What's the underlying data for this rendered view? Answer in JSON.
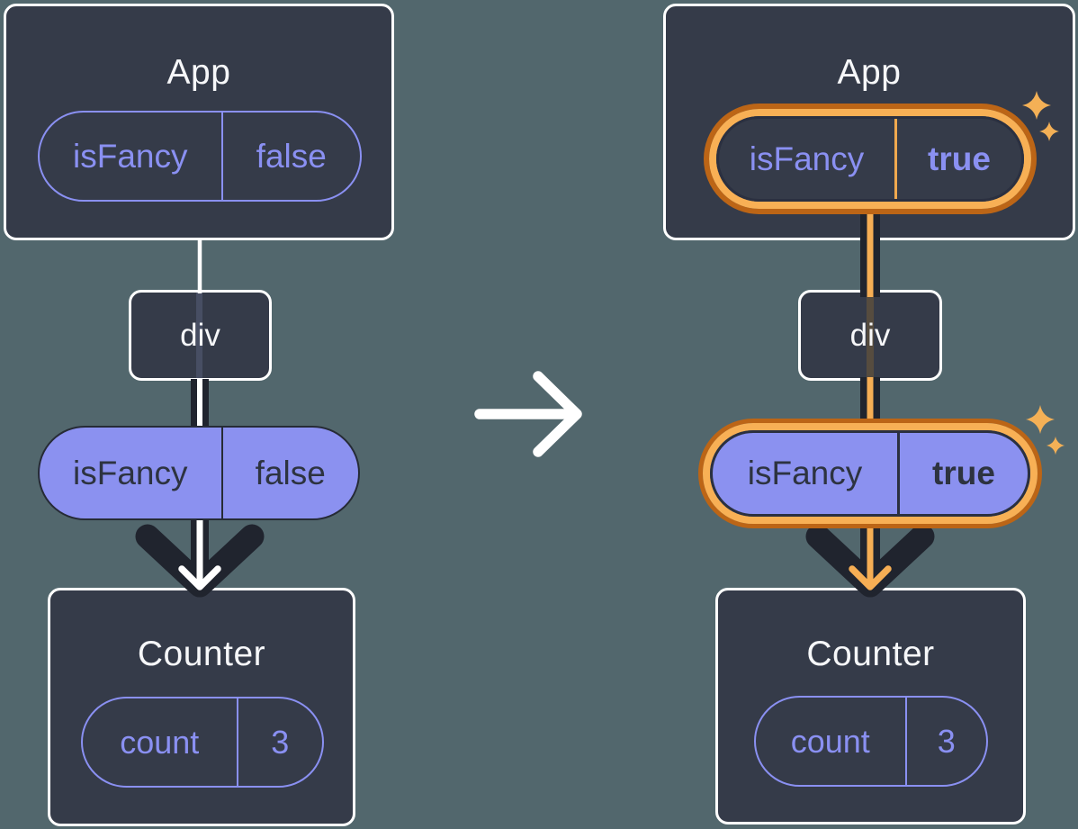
{
  "diagram": {
    "before": {
      "app": {
        "title": "App",
        "prop_name": "isFancy",
        "prop_value": "false"
      },
      "div_label": "div",
      "passed_prop_name": "isFancy",
      "passed_prop_value": "false",
      "counter": {
        "title": "Counter",
        "state_name": "count",
        "state_value": "3"
      }
    },
    "after": {
      "app": {
        "title": "App",
        "prop_name": "isFancy",
        "prop_value": "true"
      },
      "div_label": "div",
      "passed_prop_name": "isFancy",
      "passed_prop_value": "true",
      "counter": {
        "title": "Counter",
        "state_name": "count",
        "state_value": "3"
      }
    }
  },
  "colors": {
    "background": "#52676d",
    "card_fill": "#353b49",
    "card_border": "#ffffff",
    "purple_accent": "#8a90f2",
    "purple_fill": "#8b91f0",
    "dark_text": "#2d3340",
    "dark_line": "#20242e",
    "orange_ring_outer": "#bc6516",
    "orange_ring_inner": "#f8b055",
    "orange_line": "#f6ae54",
    "sparkle": "#f4b056",
    "white_line": "#ffffff"
  }
}
